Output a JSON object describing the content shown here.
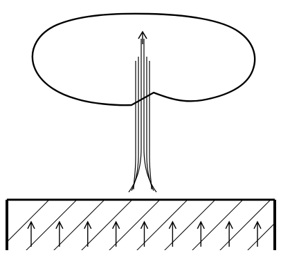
{
  "colors": {
    "background": "#ffffff",
    "stroke": "#000000"
  },
  "diagram": {
    "components": [
      {
        "name": "mushroom-cloud",
        "icon": "cloud-outline"
      },
      {
        "name": "updraft-column",
        "icon": "converging-lines"
      },
      {
        "name": "heated-ground-slab",
        "icon": "hatched-rectangle"
      },
      {
        "name": "upward-arrows",
        "icon": "arrow-up-icon",
        "count": 9
      }
    ]
  }
}
